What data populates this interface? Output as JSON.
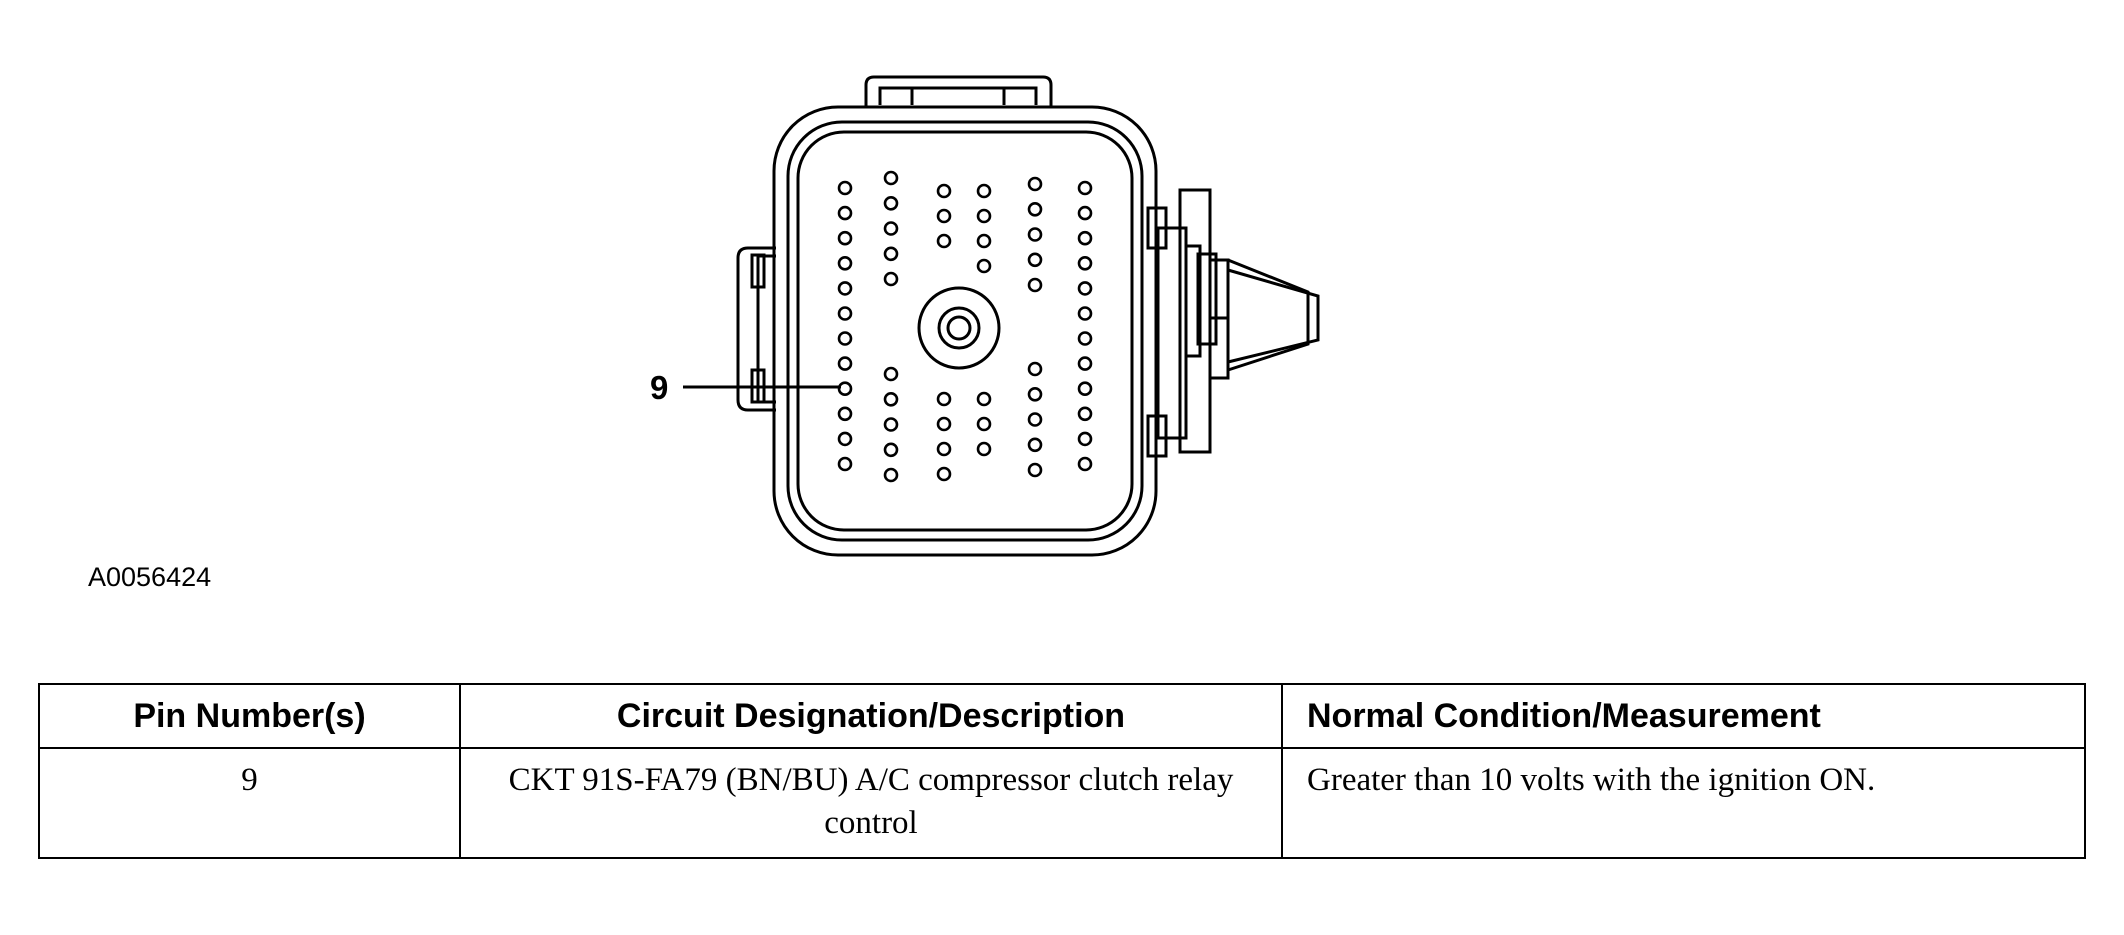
{
  "diagram": {
    "callout_label": "9",
    "figure_id": "A0056424"
  },
  "table": {
    "headers": [
      "Pin Number(s)",
      "Circuit Designation/Description",
      "Normal Condition/Measurement"
    ],
    "rows": [
      {
        "pin": "9",
        "circuit": "CKT 91S-FA79 (BN/BU) A/C compressor clutch relay control",
        "measurement": "Greater than 10 volts with the ignition ON."
      }
    ]
  }
}
